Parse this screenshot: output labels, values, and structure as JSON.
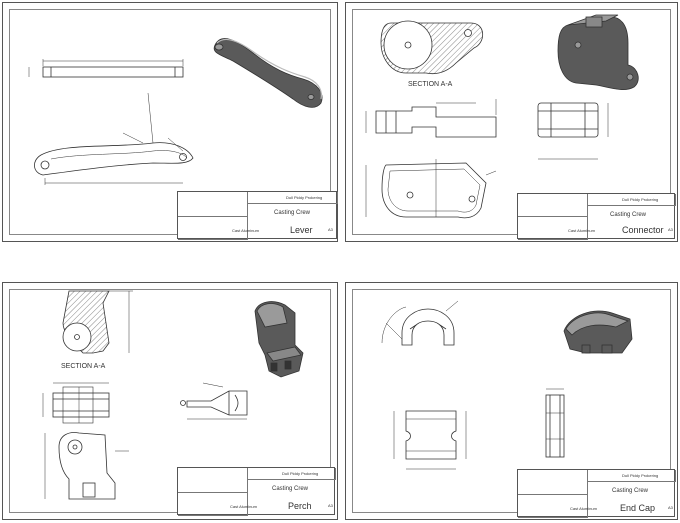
{
  "sheets": [
    {
      "id": "lever",
      "company": "Dull Piddy Prokering",
      "subtitle": "Casting Crew",
      "title": "Lever",
      "material": "Cast Aluminum",
      "size": "A3"
    },
    {
      "id": "connector",
      "company": "Dull Piddy Prokering",
      "subtitle": "Casting Crew",
      "title": "Connector",
      "material": "Cast Aluminum",
      "size": "A3",
      "section_label": "SECTION A-A"
    },
    {
      "id": "perch",
      "company": "Dull Piddy Prokering",
      "subtitle": "Casting Crew",
      "title": "Perch",
      "material": "Cast Aluminum",
      "size": "A3",
      "section_label": "SECTION A-A"
    },
    {
      "id": "endcap",
      "company": "Dull Piddy Prokering",
      "subtitle": "Casting Crew",
      "title": "End Cap",
      "material": "Cast Aluminum",
      "size": "A3"
    }
  ],
  "colors": {
    "line": "#333333",
    "hatch": "#888888",
    "shade": "#5a5a5a",
    "shade_light": "#9a9a9a"
  }
}
